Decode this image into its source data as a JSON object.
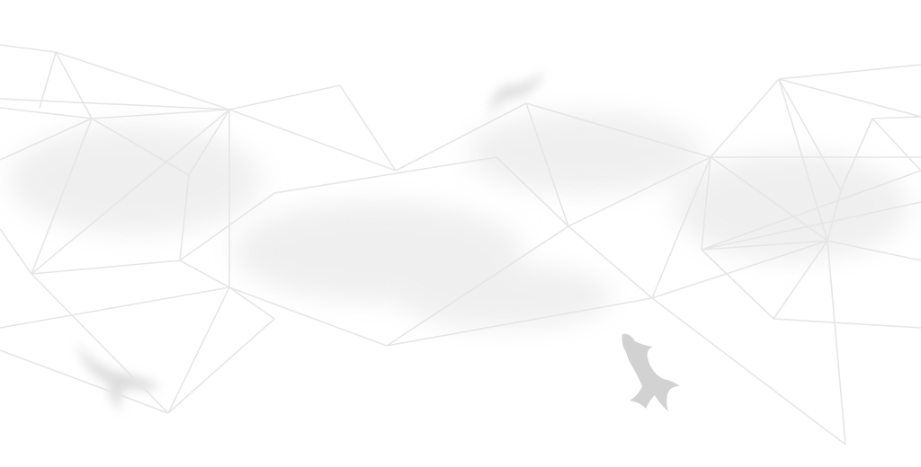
{
  "background": {
    "color": "#ffffff",
    "line_color": "#e6e6e6",
    "smoke_color": "#d9d9d9",
    "fish_color": "#cfcfcf",
    "pattern": "low-poly-wireframe",
    "decorations": [
      "goldfish-silhouette",
      "blurred-koi-fish",
      "blurred-koi-fish"
    ]
  }
}
